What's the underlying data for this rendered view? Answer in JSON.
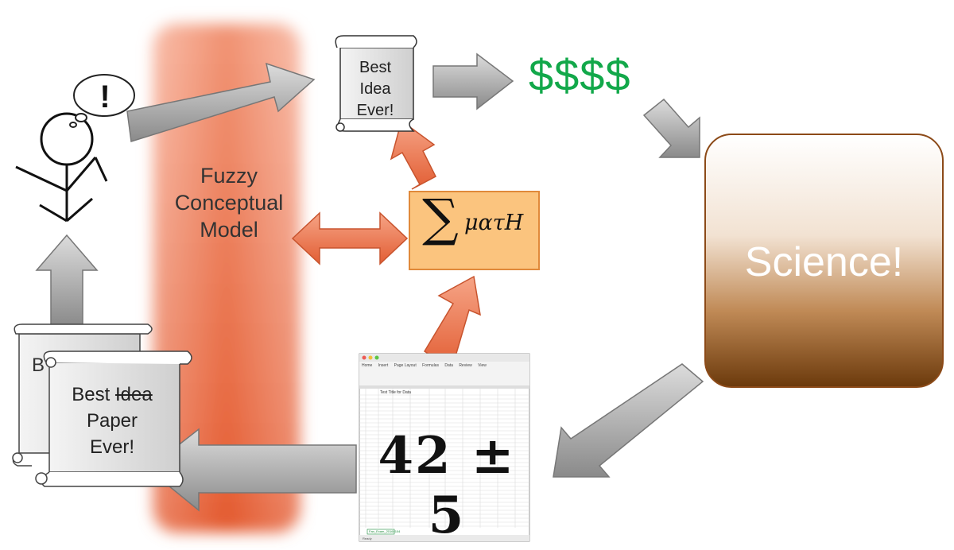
{
  "fuzzy_model": {
    "line1": "Fuzzy",
    "line2": "Conceptual",
    "line3": "Model"
  },
  "best_idea_scroll": {
    "line1": "Best",
    "line2": "Idea",
    "line3": "Ever!"
  },
  "money": "$$$$",
  "science": "Science!",
  "formula": {
    "sum_symbol": "∑",
    "variables": "ματH"
  },
  "paper_scroll": {
    "line1_plain": "Best ",
    "line1_struck": "Idea",
    "line2": "Paper",
    "line3": "Ever!"
  },
  "back_scroll_letter": "B",
  "thought_mark": "!",
  "spreadsheet": {
    "big_text": "42 ± 5",
    "tabs": [
      "Home",
      "Insert",
      "Page Layout",
      "Formulas",
      "Data",
      "Review",
      "View"
    ],
    "title": "Test Title for Data",
    "sheet_name": "Fan_Exam_20160104",
    "status": "Ready"
  },
  "colors": {
    "money": "#12a84a",
    "science_border": "#8c4a18",
    "formula_fill": "#fbc47e",
    "fuzzy_band": "#e8653a"
  },
  "icons": [
    "stick-figure-icon",
    "thought-bubble-icon",
    "scroll-icon",
    "arrow-icon",
    "spreadsheet-icon"
  ]
}
